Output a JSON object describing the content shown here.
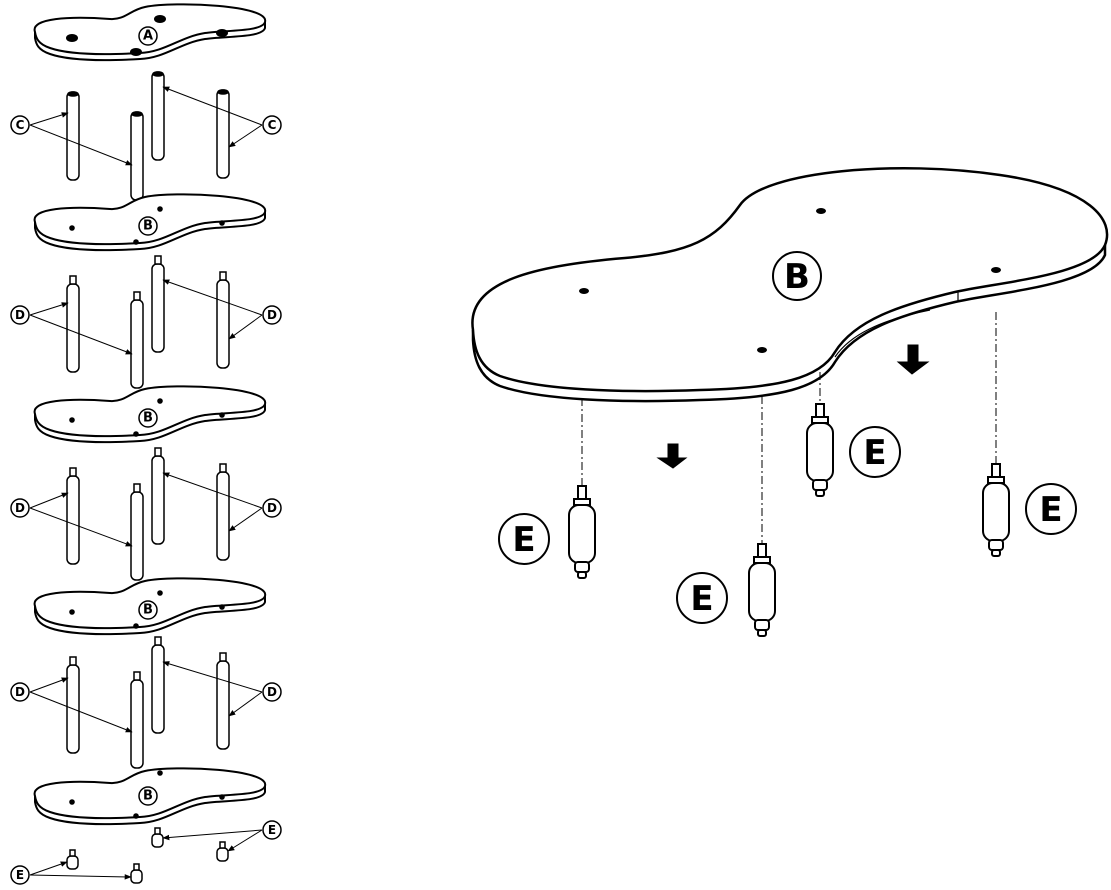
{
  "labels": {
    "top_shelf": "A",
    "shelf": "B",
    "long_post": "C",
    "short_post": "D",
    "foot": "E"
  }
}
